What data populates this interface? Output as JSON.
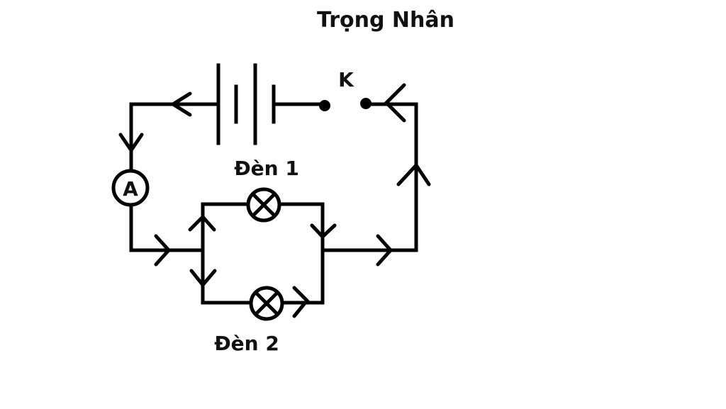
{
  "diagram": {
    "author": "Trọng Nhân",
    "switch_label": "K",
    "ammeter_label": "A",
    "lamp1_label": "Đèn 1",
    "lamp2_label": "Đèn 2"
  },
  "colors": {
    "stroke": "#000000",
    "background": "#ffffff"
  }
}
